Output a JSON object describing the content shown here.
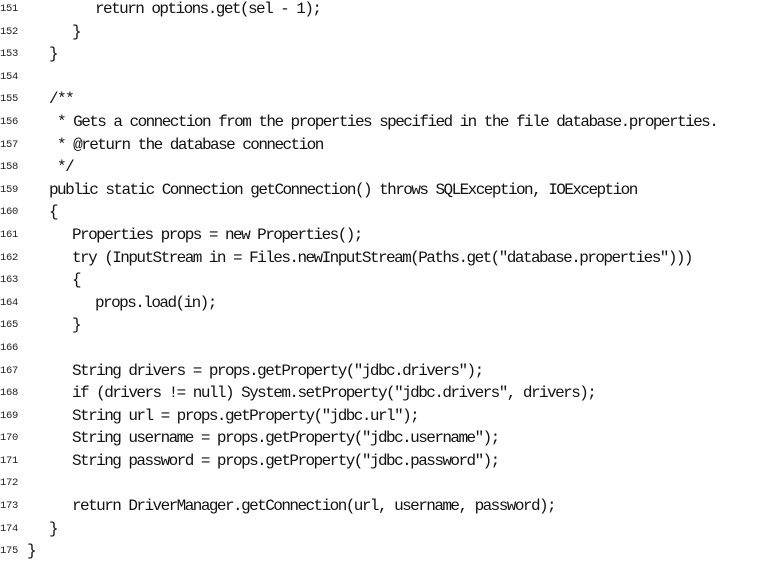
{
  "lines": [
    {
      "number": "151",
      "indent": 3,
      "text": "return options.get(sel - 1);"
    },
    {
      "number": "152",
      "indent": 2,
      "text": "}"
    },
    {
      "number": "153",
      "indent": 1,
      "text": "}"
    },
    {
      "number": "154",
      "indent": 0,
      "text": ""
    },
    {
      "number": "155",
      "indent": 1,
      "text": "/**"
    },
    {
      "number": "156",
      "indent": 1,
      "text": " * Gets a connection from the properties specified in the file database.properties."
    },
    {
      "number": "157",
      "indent": 1,
      "text": " * @return the database connection"
    },
    {
      "number": "158",
      "indent": 1,
      "text": " */"
    },
    {
      "number": "159",
      "indent": 1,
      "text": "public static Connection getConnection() throws SQLException, IOException"
    },
    {
      "number": "160",
      "indent": 1,
      "text": "{"
    },
    {
      "number": "161",
      "indent": 2,
      "text": "Properties props = new Properties();"
    },
    {
      "number": "162",
      "indent": 2,
      "text": "try (InputStream in = Files.newInputStream(Paths.get(\"database.properties\")))"
    },
    {
      "number": "163",
      "indent": 2,
      "text": "{"
    },
    {
      "number": "164",
      "indent": 3,
      "text": "props.load(in);"
    },
    {
      "number": "165",
      "indent": 2,
      "text": "}"
    },
    {
      "number": "166",
      "indent": 0,
      "text": ""
    },
    {
      "number": "167",
      "indent": 2,
      "text": "String drivers = props.getProperty(\"jdbc.drivers\");"
    },
    {
      "number": "168",
      "indent": 2,
      "text": "if (drivers != null) System.setProperty(\"jdbc.drivers\", drivers);"
    },
    {
      "number": "169",
      "indent": 2,
      "text": "String url = props.getProperty(\"jdbc.url\");"
    },
    {
      "number": "170",
      "indent": 2,
      "text": "String username = props.getProperty(\"jdbc.username\");"
    },
    {
      "number": "171",
      "indent": 2,
      "text": "String password = props.getProperty(\"jdbc.password\");"
    },
    {
      "number": "172",
      "indent": 0,
      "text": ""
    },
    {
      "number": "173",
      "indent": 2,
      "text": "return DriverManager.getConnection(url, username, password);"
    },
    {
      "number": "174",
      "indent": 1,
      "text": "}"
    },
    {
      "number": "175",
      "indent": 0,
      "text": "}"
    }
  ]
}
